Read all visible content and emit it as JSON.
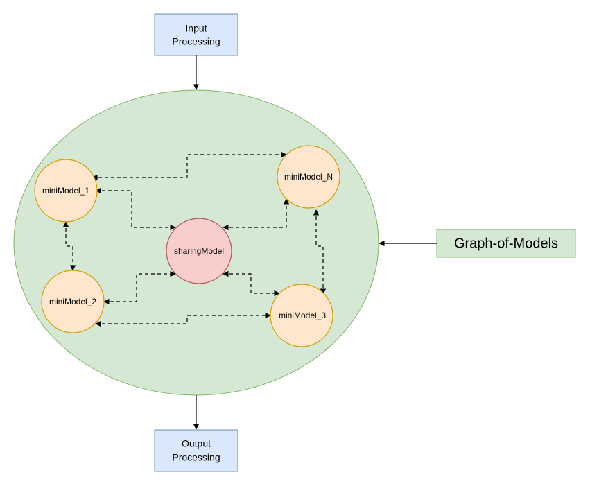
{
  "nodes": {
    "input_processing": {
      "line1": "Input",
      "line2": "Processing"
    },
    "output_processing": {
      "line1": "Output",
      "line2": "Processing"
    },
    "graph_of_models": "Graph-of-Models",
    "mini_model_1": "miniModel_1",
    "mini_model_2": "miniModel_2",
    "mini_model_3": "miniModel_3",
    "mini_model_n": "miniModel_N",
    "sharing_model": "sharingModel"
  },
  "colors": {
    "process_box_fill": "#dae8fc",
    "process_box_stroke": "#6c8ebf",
    "graph_fill": "#d5e8d4",
    "graph_stroke": "#82b366",
    "mini_model_fill": "#ffe6cc",
    "mini_model_stroke": "#d79b00",
    "sharing_model_fill": "#f8cecc",
    "sharing_model_stroke": "#b85450",
    "edge": "#000000"
  }
}
